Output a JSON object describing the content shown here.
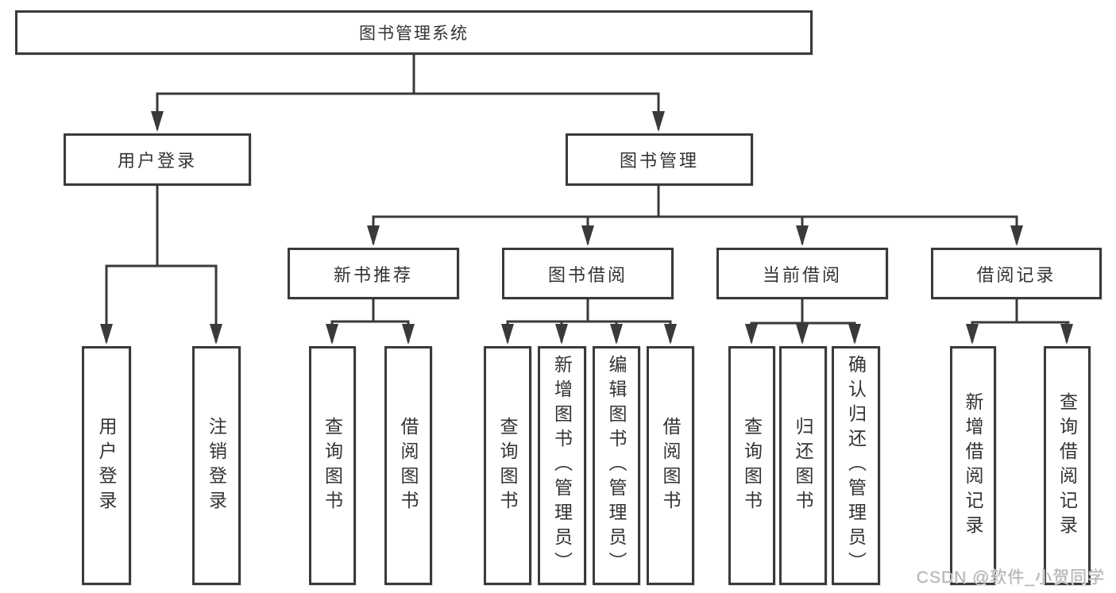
{
  "watermark": "CSDN @软件_小贺同学",
  "colors": {
    "line": "#3a3a3a",
    "box_border": "#3a3a3a",
    "text": "#333333",
    "background": "#ffffff",
    "watermark": "#b3b3b3"
  },
  "diagram": {
    "root": {
      "label": "图书管理系统"
    },
    "branches": [
      {
        "label": "用户登录",
        "children": [
          {
            "label": "用户登录"
          },
          {
            "label": "注销登录"
          }
        ]
      },
      {
        "label": "图书管理",
        "children": [
          {
            "label": "新书推荐",
            "children": [
              {
                "label": "查询图书"
              },
              {
                "label": "借阅图书"
              }
            ]
          },
          {
            "label": "图书借阅",
            "children": [
              {
                "label": "查询图书"
              },
              {
                "label": "新增图书（管理员）"
              },
              {
                "label": "编辑图书（管理员）"
              },
              {
                "label": "借阅图书"
              }
            ]
          },
          {
            "label": "当前借阅",
            "children": [
              {
                "label": "查询图书"
              },
              {
                "label": "归还图书"
              },
              {
                "label": "确认归还（管理员）"
              }
            ]
          },
          {
            "label": "借阅记录",
            "children": [
              {
                "label": "新增借阅记录"
              },
              {
                "label": "查询借阅记录"
              }
            ]
          }
        ]
      }
    ]
  }
}
